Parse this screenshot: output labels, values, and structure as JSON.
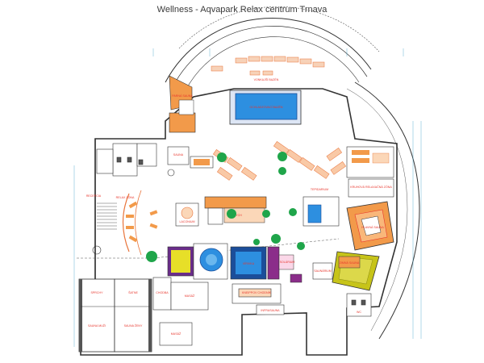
{
  "title": "Wellness - Aqvapark Relax centrum Trnava",
  "labels": {
    "ochladzovaci_bazen": "OCHLADZOVACÍ BAZÉN",
    "parna_sauna": "PARNÁ SAUNA",
    "relax_zona": "RELAX ZÓNA",
    "sauna": "SAUNA",
    "vonkajsi_bazen": "VONKAJŠÍ BAZÉN",
    "oddych": "ODDYCH",
    "tepidarium": "TEPIDARIUM",
    "kruhova_relaxacna_zona": "KRUHOVÁ RELAXAČNÁ ZÓNA",
    "hlavna_sauna": "HLAVNÁ SAUNA",
    "zimna_sauna": "ZIMNÁ SAUNA",
    "sauna_muzi": "SAUNA MUŽI",
    "sauna_zeny": "SAUNA ŽENY",
    "masaz_1": "MASÁŽ",
    "masaz_2": "MASÁŽ",
    "chodba": "CHODBA",
    "laconium": "LACONIUM",
    "vyrivka": "VÍRIVKA",
    "solarium": "SOLÁRIUM",
    "kneippov_chodnik": "KNEIPPOV CHODNÍK",
    "infrasauna": "INFRASAUNA",
    "sprchy": "SPRCHY",
    "satne": "ŠATNE",
    "wc": "WC",
    "saunarium": "SAUNÁRIUM",
    "recepcia": "RECEPCIA"
  }
}
